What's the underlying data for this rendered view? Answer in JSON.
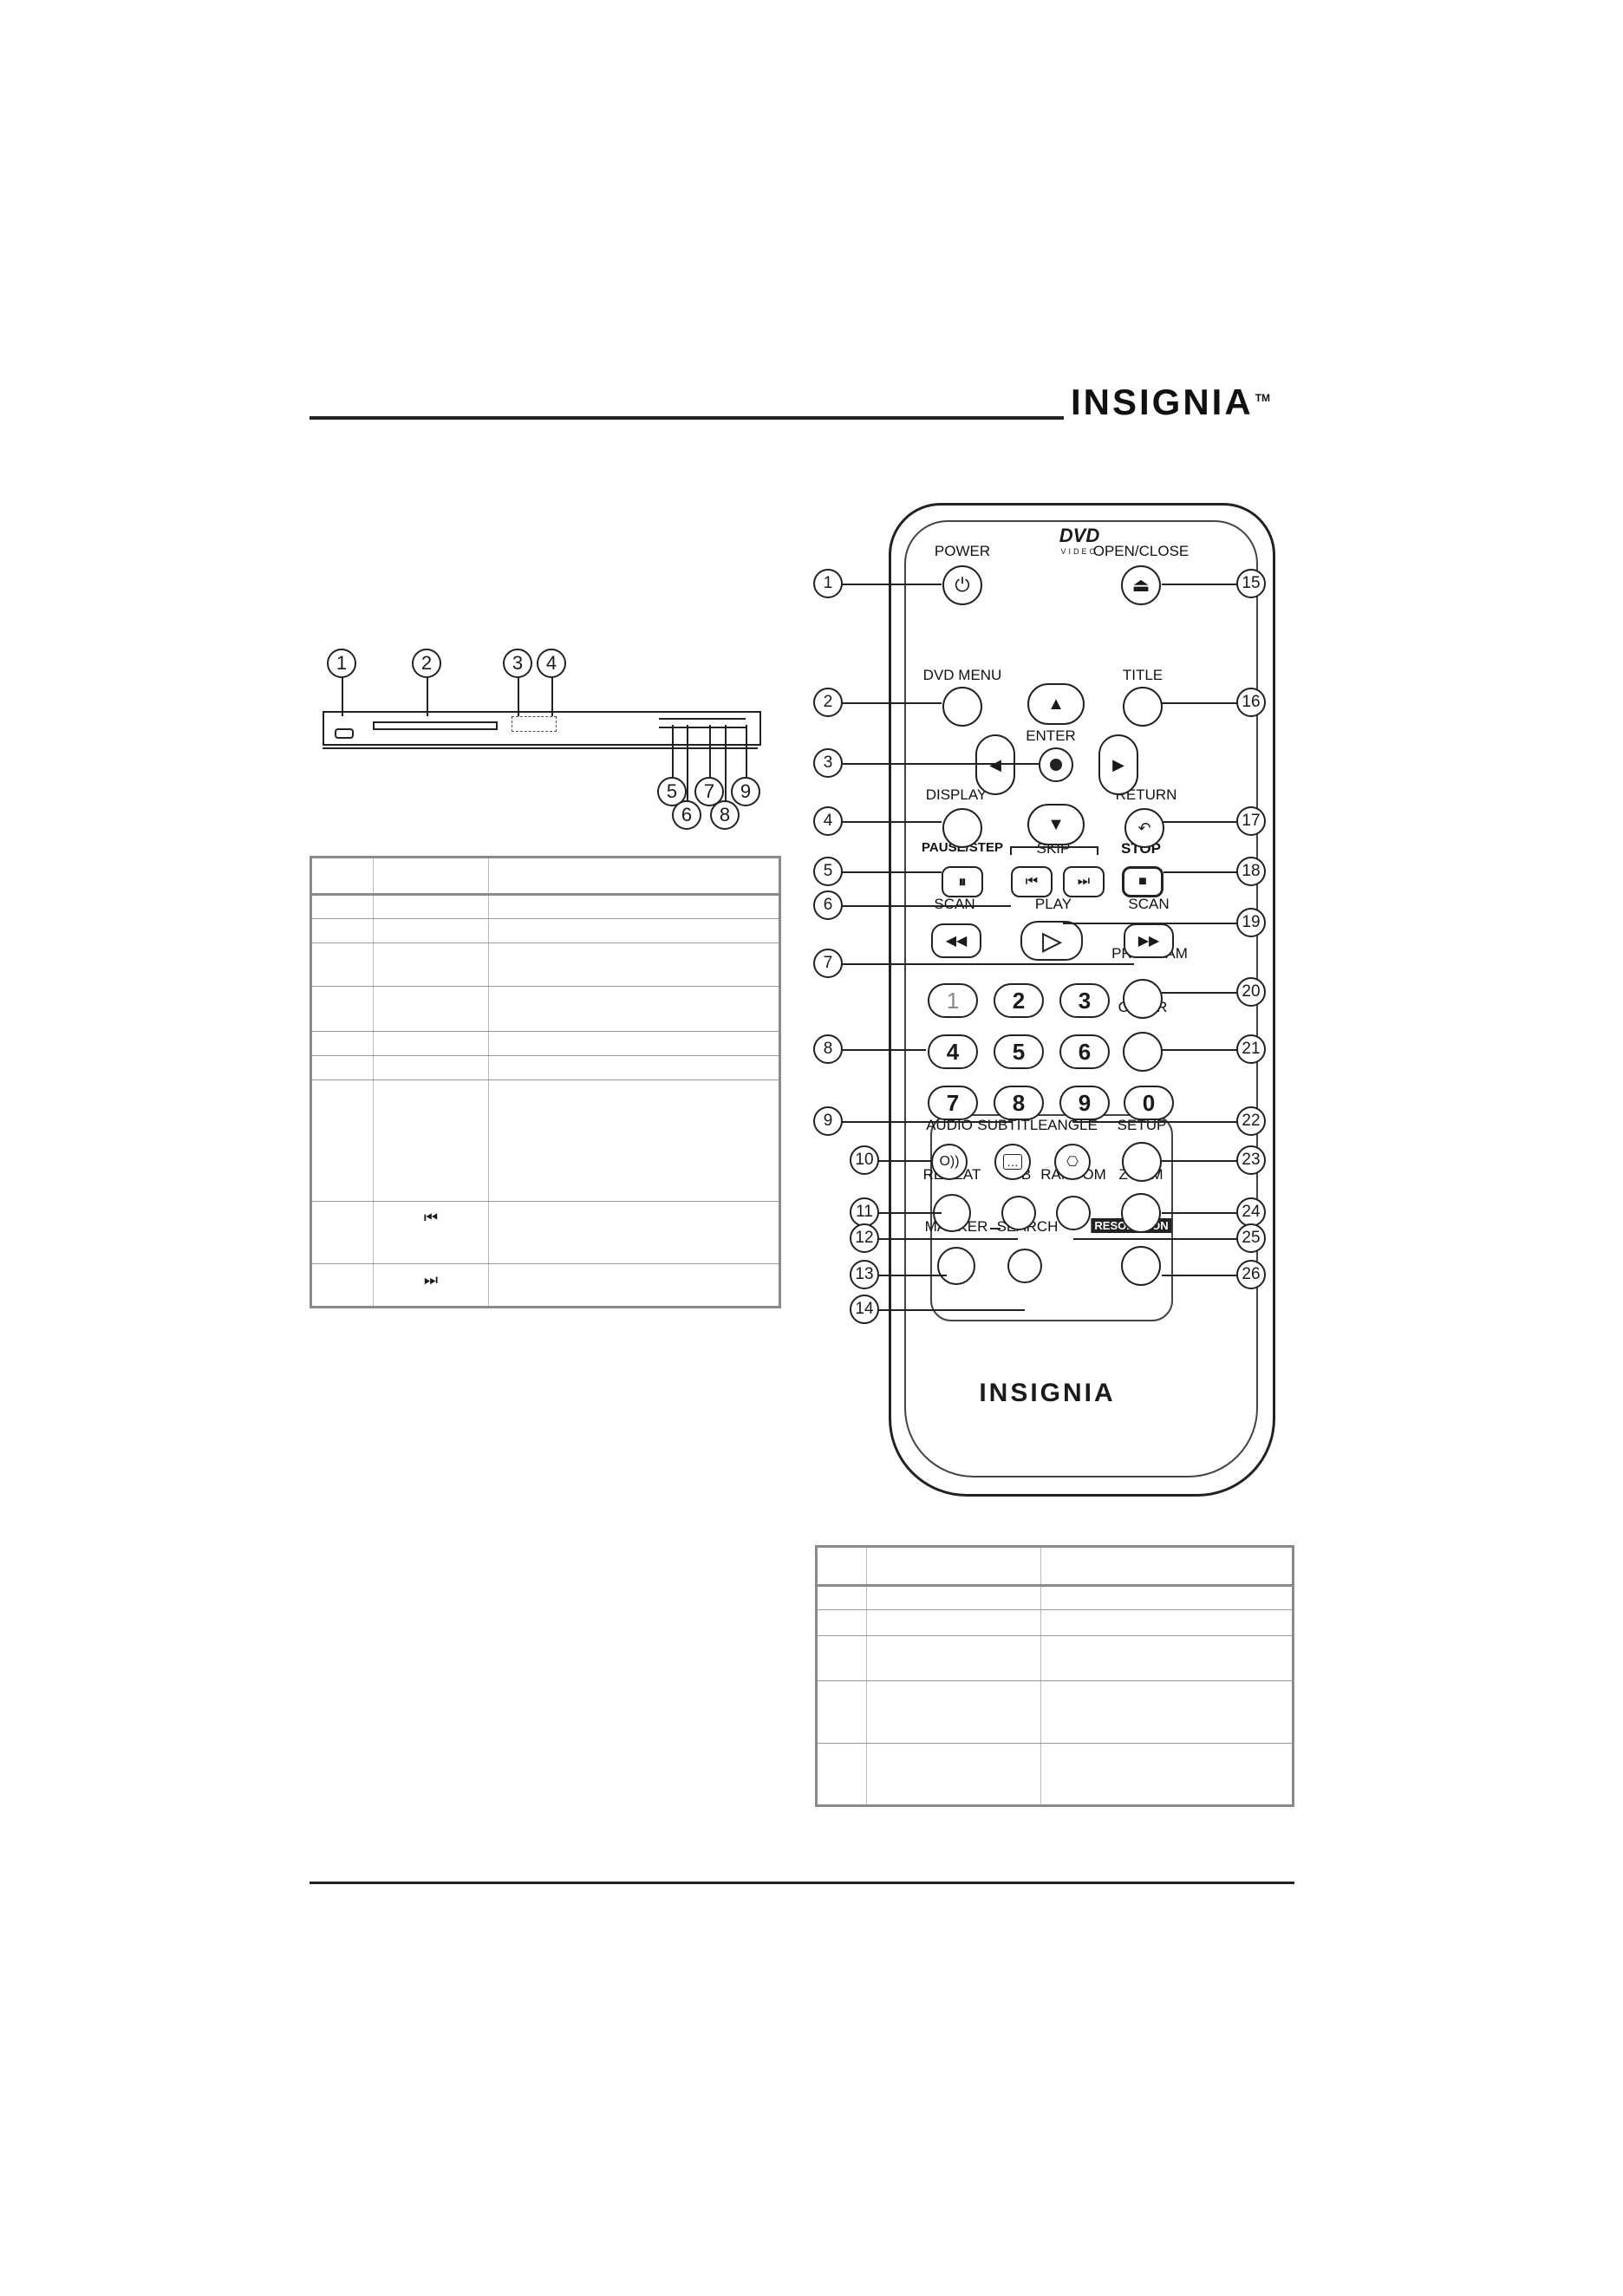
{
  "brand": {
    "name": "INSIGNIA",
    "tm": "TM"
  },
  "front_panel": {
    "callouts": [
      "1",
      "2",
      "3",
      "4",
      "5",
      "6",
      "7",
      "8",
      "9"
    ]
  },
  "front_table": {
    "rows": [
      {
        "n": "",
        "b": "",
        "c": ""
      },
      {
        "n": "",
        "b": "",
        "c": ""
      },
      {
        "n": "",
        "b": "",
        "c": ""
      },
      {
        "n": "",
        "b": "",
        "c": ""
      },
      {
        "n": "",
        "b": "",
        "c": ""
      },
      {
        "n": "",
        "b": "",
        "c": ""
      },
      {
        "n": "",
        "b": "",
        "c": ""
      },
      {
        "n": "",
        "b": "",
        "c": ""
      },
      {
        "n": "",
        "b": "⏮",
        "c": ""
      },
      {
        "n": "",
        "b": "⏭",
        "c": ""
      }
    ]
  },
  "remote": {
    "logo_top": "DVD",
    "logo_sub": "VIDEO",
    "brand": "INSIGNIA",
    "labels": {
      "power": "POWER",
      "open_close": "OPEN/CLOSE",
      "dvd_menu": "DVD MENU",
      "title": "TITLE",
      "enter": "ENTER",
      "display": "DISPLAY",
      "return": "RETURN",
      "pause_step": "PAUSE/STEP",
      "skip": "SKIP",
      "stop": "STOP",
      "scan_left": "SCAN",
      "play": "PLAY",
      "scan_right": "SCAN",
      "program": "PROGRAM",
      "clear": "CLEAR",
      "audio": "AUDIO",
      "subtitle": "SUBTITLE",
      "angle": "ANGLE",
      "setup": "SETUP",
      "repeat": "REPEAT",
      "ab": "A-B",
      "random": "RANDOM",
      "zoom": "ZOOM",
      "marker": "MARKER",
      "search": "SEARCH",
      "resolution": "RESOLUTION"
    },
    "digits": [
      "1",
      "2",
      "3",
      "4",
      "5",
      "6",
      "7",
      "8",
      "9",
      "0"
    ],
    "callouts": [
      "1",
      "2",
      "3",
      "4",
      "5",
      "6",
      "7",
      "8",
      "9",
      "10",
      "11",
      "12",
      "13",
      "14",
      "15",
      "16",
      "17",
      "18",
      "19",
      "20",
      "21",
      "22",
      "23",
      "24",
      "25",
      "26"
    ]
  },
  "remote_table": {
    "rows": [
      {
        "n": "",
        "b": "",
        "c": ""
      },
      {
        "n": "",
        "b": "",
        "c": ""
      },
      {
        "n": "",
        "b": "",
        "c": ""
      },
      {
        "n": "",
        "b": "",
        "c": ""
      },
      {
        "n": "",
        "b": "",
        "c": ""
      }
    ]
  },
  "icons": [
    "power-icon",
    "eject-icon",
    "pause-icon",
    "skip-back-icon",
    "skip-forward-icon",
    "stop-icon",
    "rewind-icon",
    "play-icon",
    "fast-forward-icon",
    "return-icon",
    "audio-icon",
    "subtitle-icon",
    "angle-icon",
    "enter-icon",
    "arrow-up-icon",
    "arrow-down-icon",
    "arrow-left-icon",
    "arrow-right-icon"
  ]
}
